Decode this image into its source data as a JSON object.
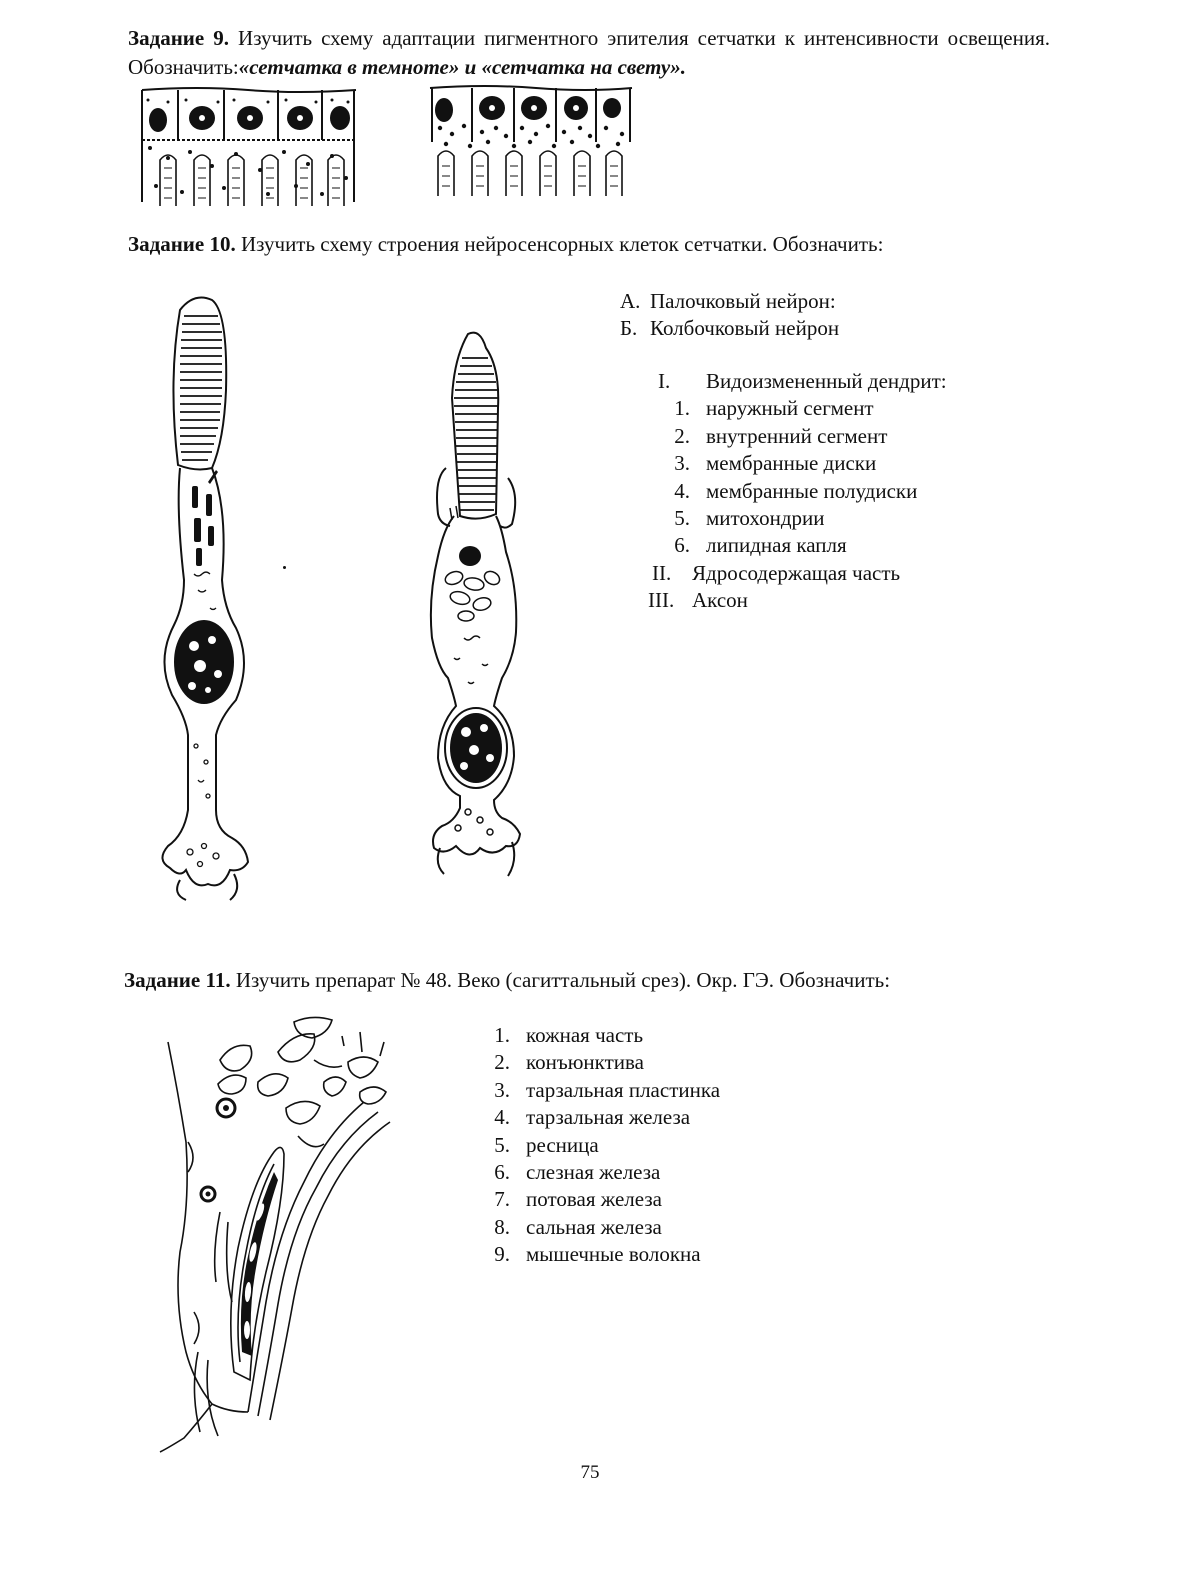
{
  "task9": {
    "label": "Задание 9.",
    "text": " Изучить схему адаптации пигментного эпителия сетчатки к интенсивности освещения. Обозначить:",
    "emph": "«сетчатка в темноте» и «сетчатка на свету»."
  },
  "task10": {
    "label": "Задание 10.",
    "text": " Изучить схему строения нейросенсорных клеток сетчатки. Обозначить:",
    "cells": [
      {
        "key": "А.",
        "text": "Палочковый нейрон:"
      },
      {
        "key": "Б.",
        "text": "Колбочковый нейрон"
      }
    ],
    "parts": [
      {
        "num": "I.",
        "text": "Видоизмененный дендрит:"
      },
      {
        "num": "1.",
        "text": "наружный сегмент"
      },
      {
        "num": "2.",
        "text": "внутренний сегмент"
      },
      {
        "num": "3.",
        "text": "мембранные диски"
      },
      {
        "num": "4.",
        "text": "мембранные полудиски"
      },
      {
        "num": "5.",
        "text": "митохондрии"
      },
      {
        "num": "6.",
        "text": "липидная капля"
      },
      {
        "num": "II.",
        "text": "Ядросодержащая часть"
      },
      {
        "num": "III.",
        "text": "Аксон"
      }
    ]
  },
  "task11": {
    "label": "Задание 11.",
    "text": " Изучить препарат № 48. Веко (сагиттальный срез). Окр. ГЭ. Обозначить:",
    "items": [
      {
        "num": "1.",
        "text": "кожная часть"
      },
      {
        "num": "2.",
        "text": "конъюнктива"
      },
      {
        "num": "3.",
        "text": "тарзальная пластинка"
      },
      {
        "num": "4.",
        "text": "тарзальная железа"
      },
      {
        "num": "5.",
        "text": "ресница"
      },
      {
        "num": "6.",
        "text": "слезная железа"
      },
      {
        "num": "7.",
        "text": "потовая железа"
      },
      {
        "num": "8.",
        "text": "сальная железа"
      },
      {
        "num": "9.",
        "text": "мышечные волокна"
      }
    ]
  },
  "page_number": "75"
}
